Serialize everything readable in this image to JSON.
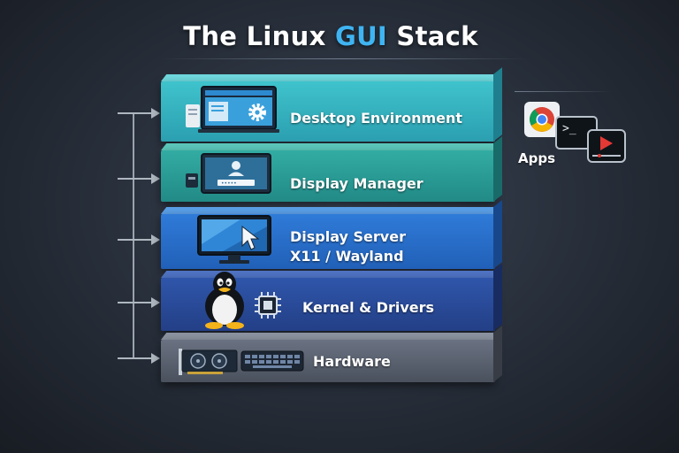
{
  "title": {
    "prefix": "The Linux ",
    "highlight": "GUI",
    "suffix": " Stack"
  },
  "colors": {
    "desktop_environment": "#35b9c6",
    "display_manager": "#2ea69e",
    "display_server": "#2a6fcf",
    "kernel_drivers": "#2d4f9e",
    "hardware": "#5a6271",
    "title_highlight": "#3fb4f2",
    "connector": "#9aa3ad"
  },
  "layers": [
    {
      "label": "Desktop Environment",
      "icons": [
        "desktop-window-icon",
        "gear-icon"
      ]
    },
    {
      "label": "Display Manager",
      "icons": [
        "login-screen-icon"
      ]
    },
    {
      "label_line1": "Display Server",
      "label_line2": "X11 / Wayland",
      "icons": [
        "monitor-cursor-icon"
      ]
    },
    {
      "label": "Kernel & Drivers",
      "icons": [
        "tux-penguin-icon",
        "cpu-chip-icon"
      ]
    },
    {
      "label": "Hardware",
      "icons": [
        "graphics-card-icon",
        "keyboard-icon"
      ]
    }
  ],
  "apps": {
    "label": "Apps",
    "icons": [
      "chrome-browser-icon",
      "terminal-icon",
      "video-player-icon"
    ],
    "terminal_prompt": ">_"
  }
}
